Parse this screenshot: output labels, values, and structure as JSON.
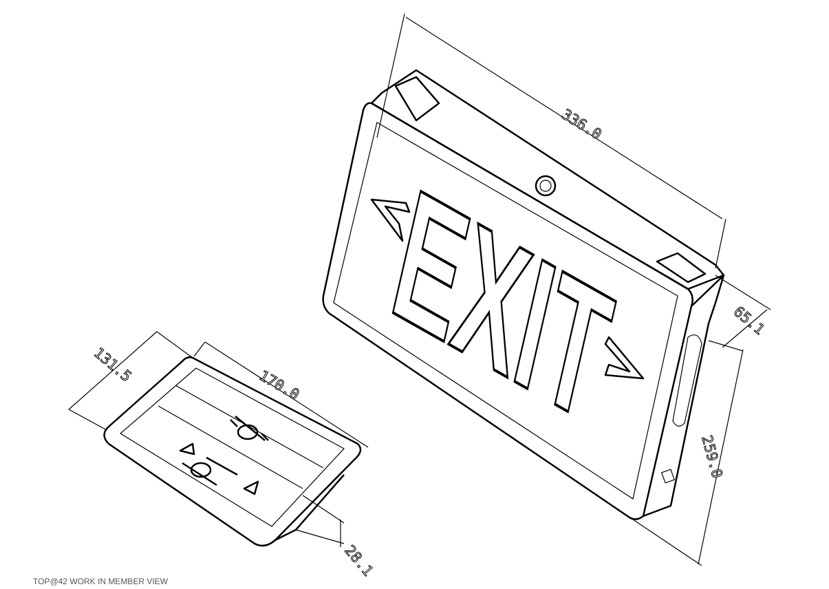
{
  "drawing": {
    "sign_lettering": "EXIT",
    "dimensions": {
      "sign_width": "336.0",
      "sign_depth": "65.1",
      "sign_height": "259.0",
      "tray_depth": "131.5",
      "tray_width": "170.0",
      "tray_height": "28.1"
    },
    "caption": "TOP@42 WORK IN MEMBER VIEW",
    "line_color": "#000000",
    "background": "#ffffff"
  }
}
